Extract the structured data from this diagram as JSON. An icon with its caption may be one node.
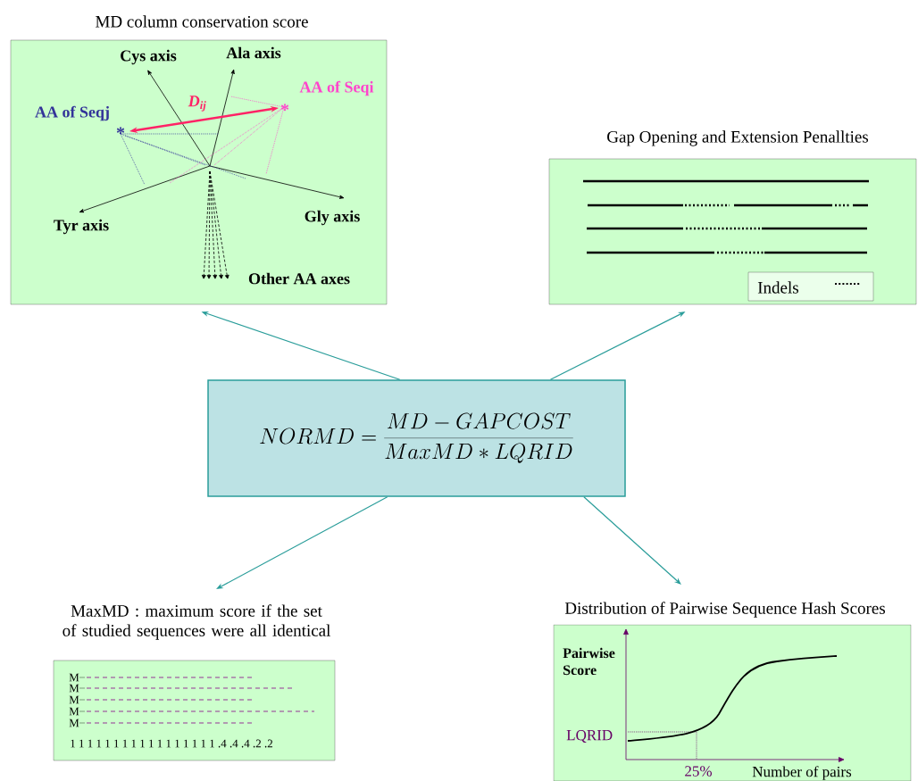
{
  "diagram": {
    "nodes": [
      {
        "text": [
          "NORMD = \\frac{MD - GAPCOST}{MaxMD*LQRID}"
        ]
      },
      {
        "text": [
          "MD column conservation score"
        ]
      },
      {
        "text": [
          "Gap Opening and Extension Penallties"
        ]
      },
      {
        "text": [
          "MaxMD : maximum score if the set of studied sequences were all identical"
        ]
      },
      {
        "text": [
          "Distribution of Pairwise Sequence Hash Scores"
        ]
      }
    ],
    "edges": [
      {
        "from": 0,
        "to": 1,
        "arrow": "to"
      },
      {
        "from": 0,
        "to": 2,
        "arrow": "to"
      },
      {
        "from": 0,
        "to": 3,
        "arrow": "to"
      },
      {
        "from": 0,
        "to": 4,
        "arrow": "to"
      }
    ],
    "labels": [
      "Cys axis",
      "Ala axis",
      "AA of Seqi",
      "D$_{ij}$",
      "AA of Seqj",
      "Tyr axis",
      "Gly axis",
      "Other AA axes",
      "M",
      "M",
      "M",
      "M",
      "M",
      "1 1 1 1 1 1 1 1 1 1 1 1 1 1 1 1 1 .4 .4 .4 .2 .2",
      "Pairwise Score",
      "LQRID",
      "25%",
      "Number of pairs",
      "*",
      "*"
    ],
    "legend": [
      {
        "text": "Indels"
      }
    ]
  }
}
